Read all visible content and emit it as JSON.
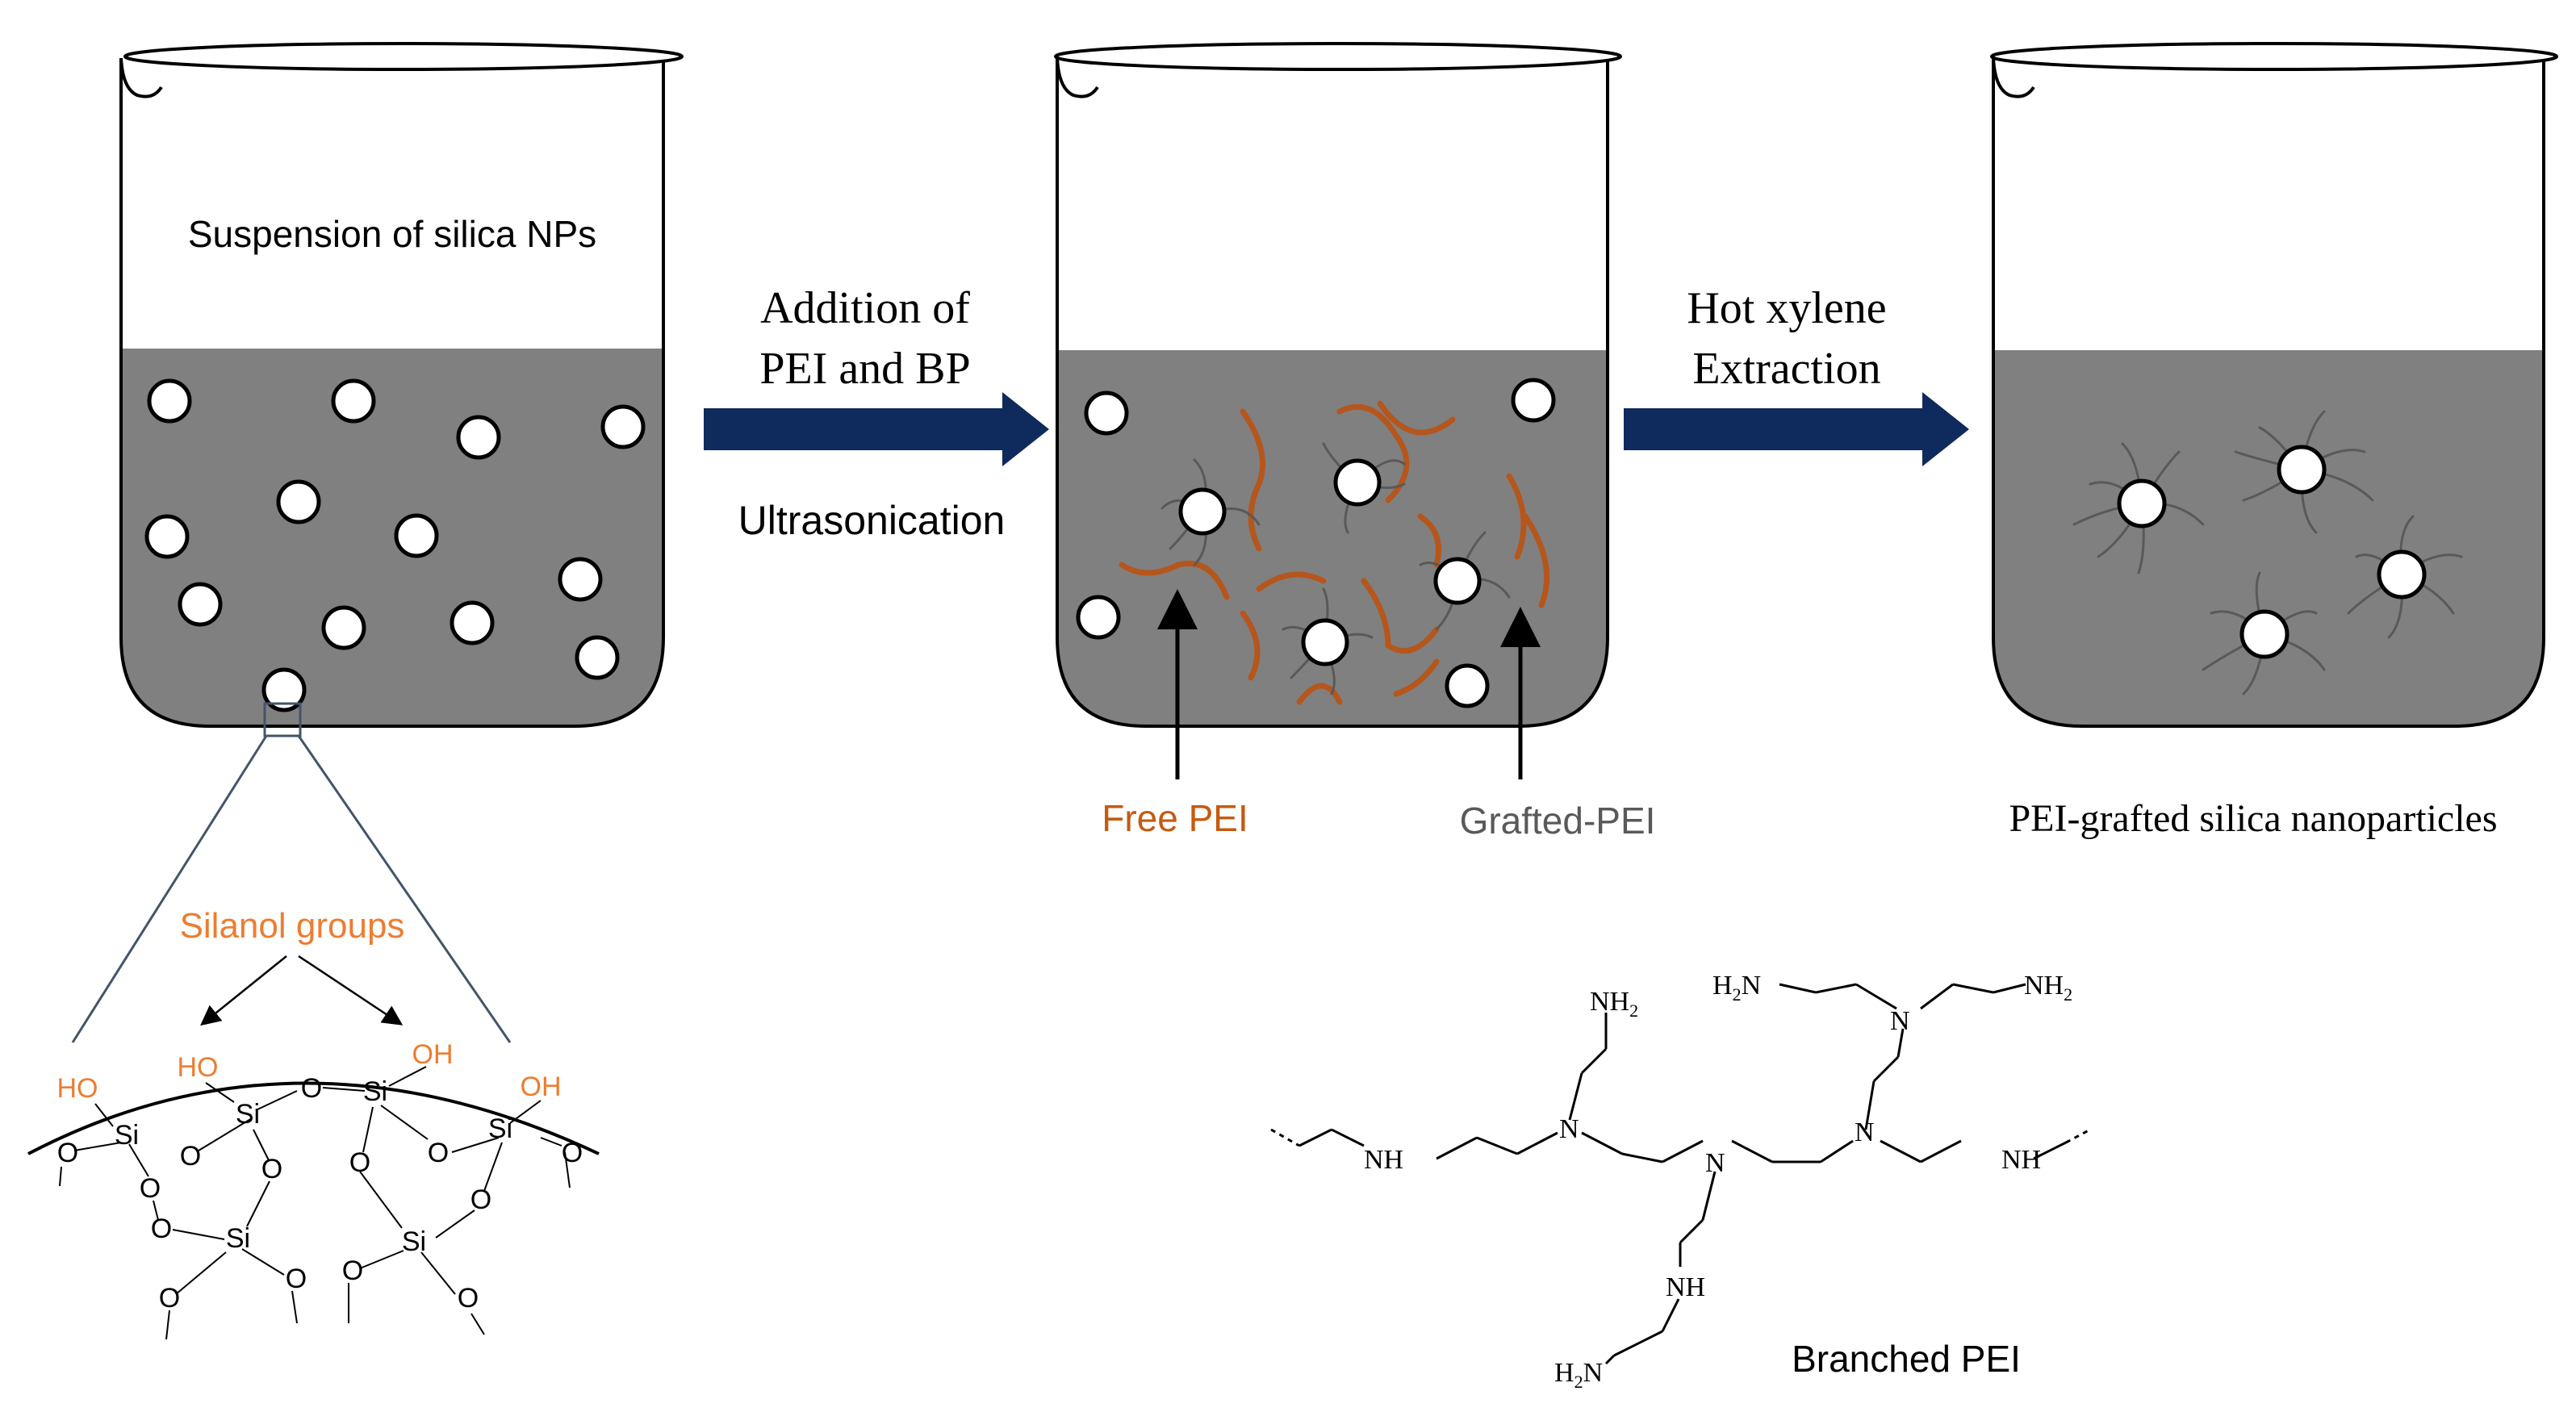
{
  "beaker1": {
    "label": "Suspension of silica NPs"
  },
  "step1": {
    "line1": "Addition of",
    "line2": "PEI and BP",
    "sub": "Ultrasonication"
  },
  "beaker2": {
    "free_label": "Free PEI",
    "grafted_label": "Grafted-PEI"
  },
  "step2": {
    "line1": "Hot xylene",
    "line2": "Extraction"
  },
  "beaker3": {
    "label": "PEI-grafted silica nanoparticles"
  },
  "silanol": {
    "title": "Silanol groups",
    "ho": "HO",
    "oh": "OH",
    "si": "Si",
    "o": "O"
  },
  "pei": {
    "caption": "Branched PEI",
    "nh2": "NH",
    "nh2_sub": "2",
    "h2n_h": "H",
    "h2n_sub": "2",
    "h2n_n": "N",
    "nh": "NH",
    "n": "N"
  },
  "colors": {
    "liquid": "#808080",
    "arrow": "#0f2a5c",
    "free_pei": "#b5561d",
    "silanol": "#ed7d31",
    "grafted": "#595959",
    "zoom_line": "#44546a"
  }
}
